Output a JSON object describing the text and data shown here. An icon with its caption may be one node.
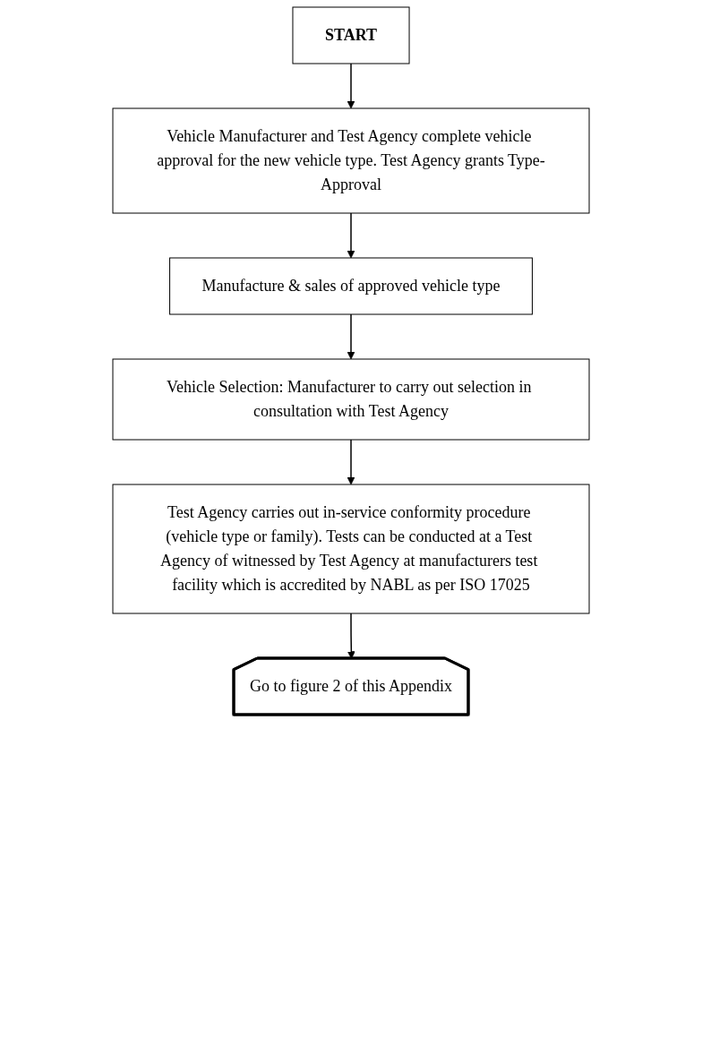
{
  "diagram": {
    "nodes": [
      {
        "text": [
          "START"
        ]
      },
      {
        "text": [
          "Vehicle Manufacturer and Test Agency complete vehicle approval for the new vehicle type. Test Agency grants Type-Approval"
        ]
      },
      {
        "text": [
          "Manufacture & sales of approved vehicle type"
        ]
      },
      {
        "text": [
          "Vehicle Selection: Manufacturer to carry out selection in consultation with Test Agency"
        ]
      },
      {
        "text": [
          "Test Agency carries out in-service conformity procedure (vehicle type or family). Tests can be conducted at a Test Agency of witnessed by Test Agency at manufacturers test facility which is accredited by NABL as per ISO 17025"
        ]
      },
      {
        "text": [
          "Go to figure 2 of this Appendix"
        ]
      }
    ],
    "edges": [
      {
        "from": 0,
        "to": 1,
        "arrow": "to"
      },
      {
        "from": 1,
        "to": 2,
        "arrow": "to"
      },
      {
        "from": 2,
        "to": 3,
        "arrow": "to"
      },
      {
        "from": 3,
        "to": 4,
        "arrow": "to"
      },
      {
        "from": 4,
        "to": 5,
        "arrow": "to"
      }
    ]
  }
}
